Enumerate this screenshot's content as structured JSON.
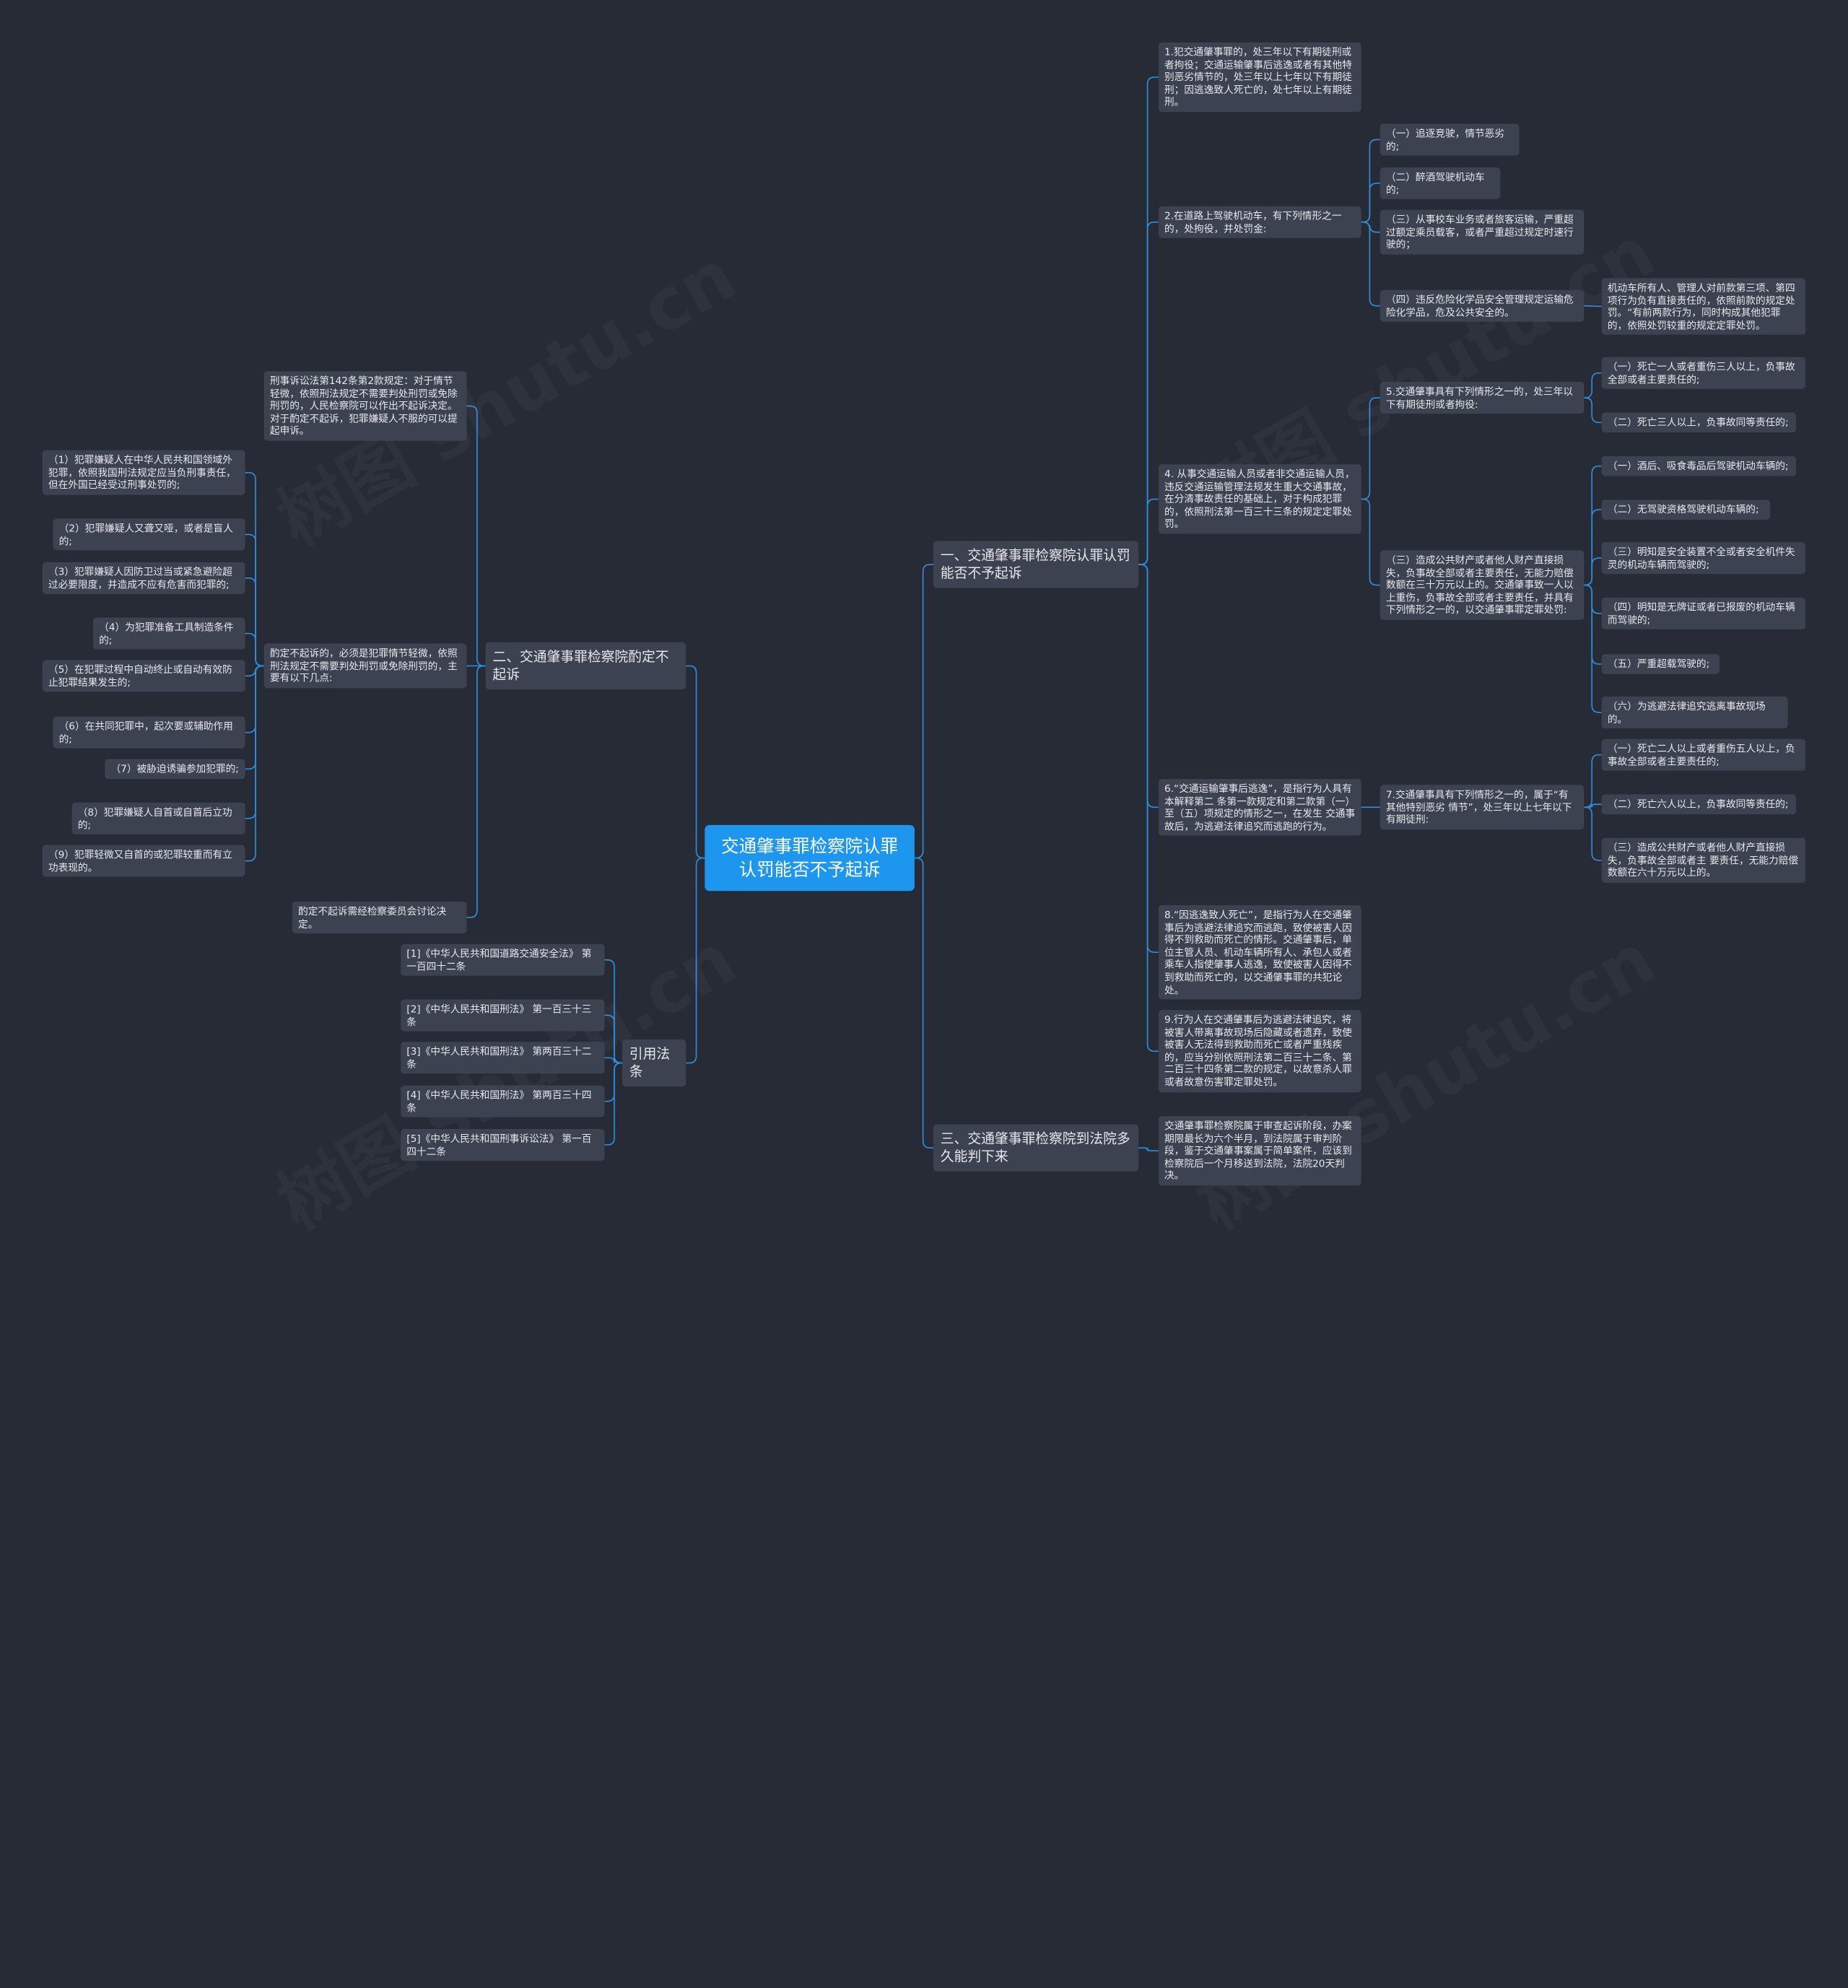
{
  "colors": {
    "background": "#262b36",
    "node": "#3d4250",
    "root": "#1d96f0",
    "link": "#2d8fdd",
    "text": "#e6e8ec"
  },
  "root": "交通肇事罪检察院认罪认罚能否不予起诉",
  "branch1": {
    "title": "一、交通肇事罪检察院认罪认罚能否不予起诉",
    "n1": "1.犯交通肇事罪的，处三年以下有期徒刑或者拘役；交通运输肇事后逃逸或者有其他特别恶劣情节的，处三年以上七年以下有期徒刑；因逃逸致人死亡的，处七年以上有期徒刑。",
    "n2": "2.在道路上驾驶机动车，有下列情形之一的，处拘役，并处罚金:",
    "n2_items": [
      "（一）追逐竞驶，情节恶劣的;",
      "（二）醉酒驾驶机动车的;",
      "（三）从事校车业务或者旅客运输，严重超过额定乘员载客，或者严重超过规定时速行驶的；",
      "（四）违反危险化学品安全管理规定运输危险化学品，危及公共安全的。"
    ],
    "n2_note": "机动车所有人、管理人对前款第三项、第四项行为负有直接责任的，依照前款的规定处罚。“有前两款行为，同时构成其他犯罪的，依照处罚较重的规定定罪处罚。",
    "n4": "4. 从事交通运输人员或者非交通运输人员，违反交通运输管理法规发生重大交通事故，在分清事故责任的基础上，对于构成犯罪的，依照刑法第一百三十三条的规定定罪处罚。",
    "n5": "5.交通肇事具有下列情形之一的，处三年以下有期徒刑或者拘役:",
    "n5_items": [
      "（一）死亡一人或者重伤三人以上，负事故全部或者主要责任的;",
      "（二）死亡三人以上，负事故同等责任的;"
    ],
    "n5_3": "（三）造成公共财产或者他人财产直接损失，负事故全部或者主要责任，无能力赔偿数额在三十万元以上的。交通肇事致一人以上重伤，负事故全部或者主要责任，并具有下列情形之一的，以交通肇事罪定罪处罚:",
    "n5_3_items": [
      "（一）酒后、吸食毒品后驾驶机动车辆的;",
      "（二）无驾驶资格驾驶机动车辆的;",
      "（三）明知是安全装置不全或者安全机件失灵的机动车辆而驾驶的;",
      "（四）明知是无牌证或者已报废的机动车辆而驾驶的;",
      "（五）严重超载驾驶的;",
      "（六）为逃避法律追究逃离事故现场的。"
    ],
    "n6": "6.“交通运输肇事后逃逸”，是指行为人具有本解释第二 条第一款规定和第二款第（一）至（五）项规定的情形之一，在发生 交通事故后，为逃避法律追究而逃跑的行为。",
    "n7": "7.交通肇事具有下列情形之一的，属于“有其他特别恶劣 情节”，处三年以上七年以下有期徒刑:",
    "n7_items": [
      "（一）死亡二人以上或者重伤五人以上，负事故全部或者主要责任的;",
      "（二）死亡六人以上，负事故同等责任的;",
      "（三）造成公共财产或者他人财产直接损失，负事故全部或者主 要责任，无能力赔偿数额在六十万元以上的。"
    ],
    "n8": "8.“因逃逸致人死亡”，是指行为人在交通肇事后为逃避法律追究而逃跑，致使被害人因得不到救助而死亡的情形。交通肇事后，单位主管人员、机动车辆所有人、承包人或者乘车人指使肇事人逃逸，致使被害人因得不到救助而死亡的，以交通肇事罪的共犯论处。",
    "n9": "9.行为人在交通肇事后为逃避法律追究，将被害人带离事故现场后隐藏或者遗弃，致使被害人无法得到救助而死亡或者严重残疾的，应当分别依照刑法第二百三十二条、第二百三十四条第二款的规定，以故意杀人罪或者故意伤害罪定罪处罚。"
  },
  "branch2": {
    "title": "二、交通肇事罪检察院酌定不起诉",
    "a": "刑事诉讼法第142条第2款规定：对于情节轻微，依照刑法规定不需要判处刑罚或免除刑罚的，人民检察院可以作出不起诉决定。对于酌定不起诉，犯罪嫌疑人不服的可以提起申诉。",
    "b": "酌定不起诉的，必须是犯罪情节轻微，依照刑法规定不需要判处刑罚或免除刑罚的，主要有以下几点:",
    "b_items": [
      "（1）犯罪嫌疑人在中华人民共和国领域外犯罪，依照我国刑法规定应当负刑事责任，但在外国已经受过刑事处罚的;",
      "（2）犯罪嫌疑人又聋又哑，或者是盲人的;",
      "（3）犯罪嫌疑人因防卫过当或紧急避险超过必要限度，并造成不应有危害而犯罪的;",
      "（4）为犯罪准备工具制造条件的;",
      "（5）在犯罪过程中自动终止或自动有效防止犯罪结果发生的;",
      "（6）在共同犯罪中，起次要或辅助作用的;",
      "（7）被胁迫诱骗参加犯罪的;",
      "（8）犯罪嫌疑人自首或自首后立功的;",
      "（9）犯罪轻微又自首的或犯罪较重而有立功表现的。"
    ],
    "c": "酌定不起诉需经检察委员会讨论决定。"
  },
  "branch3": {
    "title": "三、交通肇事罪检察院到法院多久能判下来",
    "a": "交通肇事罪检察院属于审查起诉阶段，办案期限最长为六个半月，到法院属于审判阶段，鉴于交通肇事案属于简单案件，应该到检察院后一个月移送到法院，法院20天判决。"
  },
  "branch4": {
    "title": "引用法条",
    "items": [
      "[1]《中华人民共和国道路交通安全法》 第一百四十二条",
      "[2]《中华人民共和国刑法》 第一百三十三条",
      "[3]《中华人民共和国刑法》 第两百三十二条",
      "[4]《中华人民共和国刑法》 第两百三十四条",
      "[5]《中华人民共和国刑事诉讼法》 第一百四十二条"
    ]
  }
}
